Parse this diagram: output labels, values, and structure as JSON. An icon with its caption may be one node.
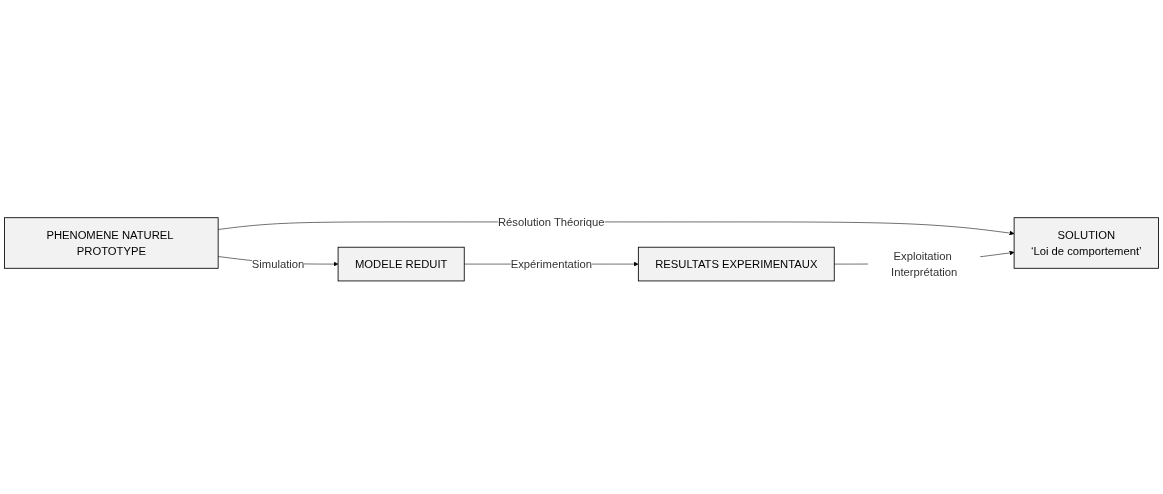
{
  "diagram": {
    "nodes": [
      {
        "text": [
          "PHENOMENE NATUREL PROTOTYPE"
        ]
      },
      {
        "text": [
          "SOLUTION",
          "‘Loi de comportement’"
        ]
      },
      {
        "text": [
          "MODELE REDUIT"
        ]
      },
      {
        "text": [
          "RESULTATS EXPERIMENTAUX"
        ]
      }
    ],
    "edges": [
      {
        "from": 0,
        "to": 1,
        "arrow": "to",
        "label": "Résolution Théorique"
      },
      {
        "from": 0,
        "to": 2,
        "arrow": "to",
        "label": "Simulation"
      },
      {
        "from": 2,
        "to": 3,
        "arrow": "to",
        "label": "Expérimentation"
      },
      {
        "from": 3,
        "to": 1,
        "arrow": "to",
        "label": "Exploitation Interprétation"
      }
    ]
  }
}
